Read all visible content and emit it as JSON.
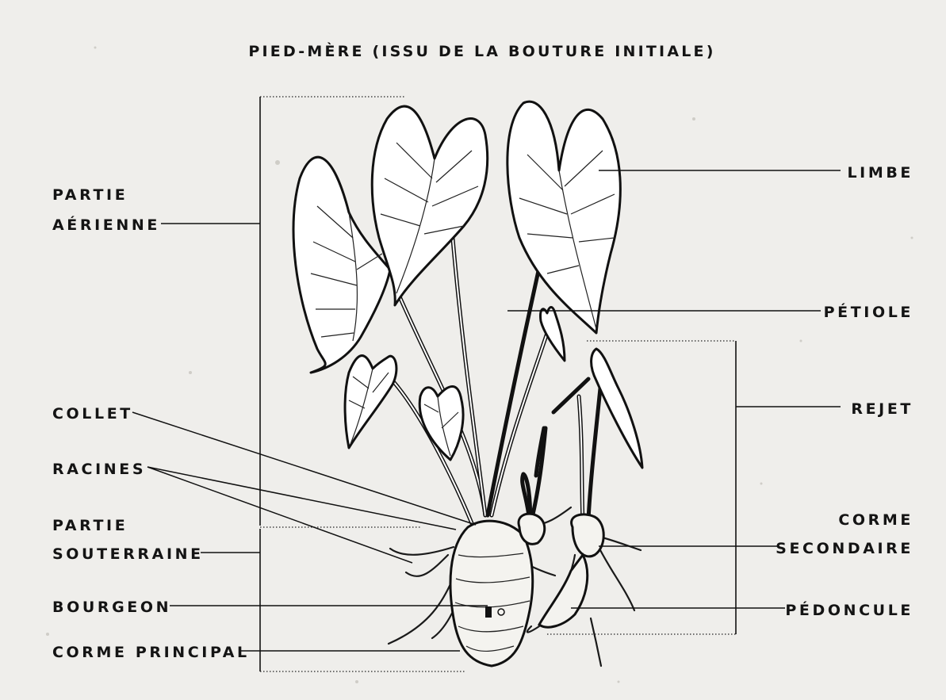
{
  "title": "PIED-MÈRE (ISSU DE LA BOUTURE INITIALE)",
  "labels": {
    "partie_aerienne": [
      "PARTIE",
      "AÉRIENNE"
    ],
    "partie_souterraine": [
      "PARTIE",
      "SOUTERRAINE"
    ],
    "collet": "COLLET",
    "racines": "RACINES",
    "bourgeon": "BOURGEON",
    "corme_principal": "CORME PRINCIPAL",
    "limbe": "LIMBE",
    "petiole": "PÉTIOLE",
    "rejet": "REJET",
    "corme_secondaire": [
      "CORME",
      "SECONDAIRE"
    ],
    "pedoncule": "PÉDONCULE"
  }
}
